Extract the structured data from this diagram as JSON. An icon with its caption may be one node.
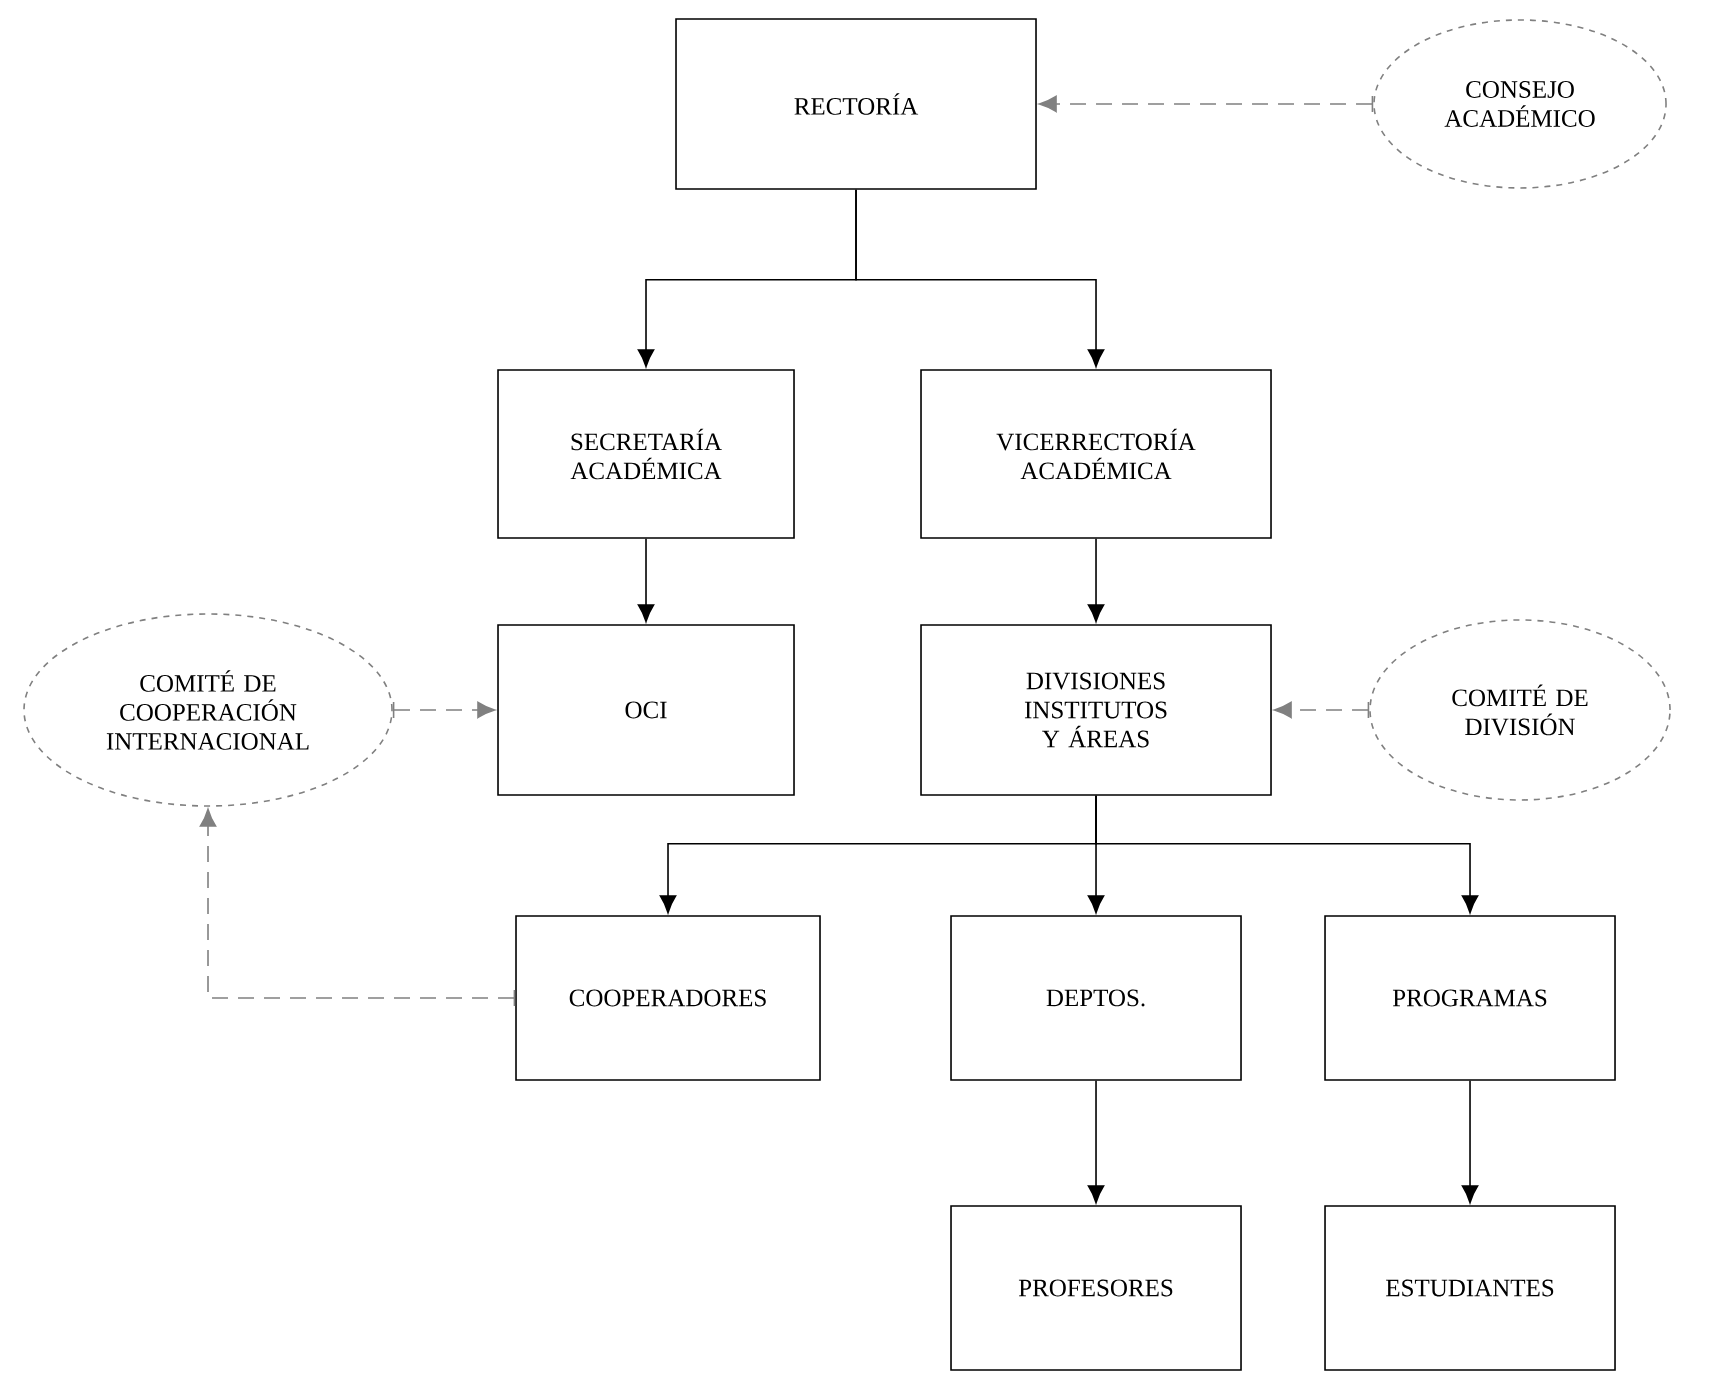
{
  "diagram": {
    "nodes": [
      {
        "text": [
          "RECTORÍA"
        ]
      },
      {
        "text": [
          "CONSEJO ACADÉMICO"
        ]
      },
      {
        "text": [
          "SECRETARÍA ACADÉMICA"
        ]
      },
      {
        "text": [
          "VICERRECTORÍA ACADÉMICA"
        ]
      },
      {
        "text": [
          "COMITÉ DE COOPERACIÓN INTERNACIONAL"
        ]
      },
      {
        "text": [
          "OCI"
        ]
      },
      {
        "text": [
          "DIVISIONES INSTITUTOS Y ÁREAS"
        ]
      },
      {
        "text": [
          "COMITÉ DE DIVISIÓN"
        ]
      },
      {
        "text": [
          "COOPERADORES"
        ]
      },
      {
        "text": [
          "DEPTOS."
        ]
      },
      {
        "text": [
          "PROGRAMAS"
        ]
      },
      {
        "text": [
          "PROFESORES"
        ]
      },
      {
        "text": [
          "ESTUDIANTES"
        ]
      }
    ],
    "edges": [
      {
        "from": 0,
        "to": 2,
        "arrow": "to"
      },
      {
        "from": 0,
        "to": 3,
        "arrow": "to"
      },
      {
        "from": 1,
        "to": 0,
        "arrow": "to",
        "style": "dashed",
        "color": "#808080"
      },
      {
        "from": 2,
        "to": 5,
        "arrow": "to"
      },
      {
        "from": 3,
        "to": 6,
        "arrow": "to"
      },
      {
        "from": 4,
        "to": 5,
        "arrow": "to",
        "style": "dashed",
        "color": "#808080"
      },
      {
        "from": 7,
        "to": 6,
        "arrow": "to",
        "style": "dashed",
        "color": "#808080"
      },
      {
        "from": 6,
        "to": 8,
        "arrow": "to"
      },
      {
        "from": 6,
        "to": 9,
        "arrow": "to"
      },
      {
        "from": 6,
        "to": 10,
        "arrow": "to"
      },
      {
        "from": 8,
        "to": 4,
        "arrow": "to",
        "style": "dashed",
        "color": "#808080"
      },
      {
        "from": 9,
        "to": 11,
        "arrow": "to"
      },
      {
        "from": 10,
        "to": 12,
        "arrow": "to"
      }
    ]
  }
}
